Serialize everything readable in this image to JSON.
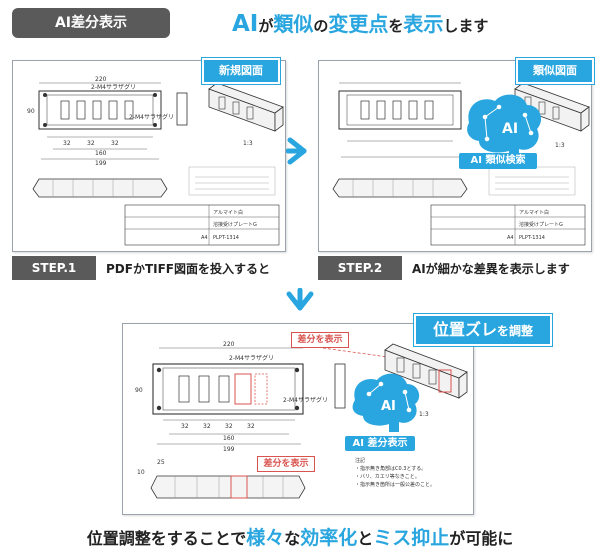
{
  "header": {
    "tag": "AI差分表示",
    "headline_parts": [
      {
        "text": "AI",
        "style": "big"
      },
      {
        "text": "が",
        "style": "plain"
      },
      {
        "text": "類似",
        "style": "blue"
      },
      {
        "text": "の",
        "style": "plain"
      },
      {
        "text": "変更点",
        "style": "blue"
      },
      {
        "text": "を",
        "style": "plain"
      },
      {
        "text": "表示",
        "style": "blue"
      },
      {
        "text": "します",
        "style": "plain"
      }
    ]
  },
  "panel_left": {
    "badge": "新規図面",
    "dims": {
      "top": "220",
      "mid": "160",
      "bottom": "199",
      "left": "90",
      "c1": "32",
      "c2": "32",
      "c3": "32",
      "tap1": "2-M4サラザグリ",
      "tap2": "2-M4サラザグリ",
      "side": "1:3"
    },
    "titleblock": {
      "company": "アルマイト白",
      "part": "溶接受けプレートG",
      "code": "PLPT-1314",
      "size": "A4"
    }
  },
  "panel_right": {
    "badge": "類似図面",
    "ai_label": "AI 類似検索",
    "ai_text": "AI",
    "dims": {
      "side": "1:3"
    },
    "titleblock": {
      "company": "アルマイト白",
      "part": "溶接受けプレートG",
      "code": "PLPT-1314",
      "size": "A4"
    }
  },
  "steps": [
    {
      "label": "STEP.1",
      "text": "PDFかTIFF図面を投入すると"
    },
    {
      "label": "STEP.2",
      "text": "AIが細かな差異を表示します"
    }
  ],
  "panel_bottom": {
    "badge_main": "位置ズレ",
    "badge_suffix": "を調整",
    "diff_label_1": "差分を表示",
    "diff_label_2": "差分を表示",
    "ai_label": "AI 差分表示",
    "ai_text": "AI",
    "dims": {
      "top": "220",
      "mid": "160",
      "bottom": "199",
      "left": "90",
      "c1": "32",
      "c2": "32",
      "c3": "32",
      "c4": "32",
      "tap1": "2-M4サラザグリ",
      "tap2": "2-M4サラザグリ",
      "side": "1:3",
      "s10": "10",
      "s25": "25"
    },
    "notes": [
      "注記",
      "・指示無き角部はC0.3とする。",
      "・バリ、カエリ等なきこと。",
      "・指示無き箇所は一般公差のこと。"
    ]
  },
  "footer_parts": [
    {
      "text": "位置調整をすることで",
      "style": "plain"
    },
    {
      "text": "様々",
      "style": "blue"
    },
    {
      "text": "な",
      "style": "plain"
    },
    {
      "text": "効率化",
      "style": "blue"
    },
    {
      "text": "と",
      "style": "plain"
    },
    {
      "text": "ミス抑止",
      "style": "blue"
    },
    {
      "text": "が可能に",
      "style": "plain"
    }
  ],
  "colors": {
    "accent": "#29a6df",
    "dark": "#5a5a5a",
    "diff": "#d9534f"
  }
}
